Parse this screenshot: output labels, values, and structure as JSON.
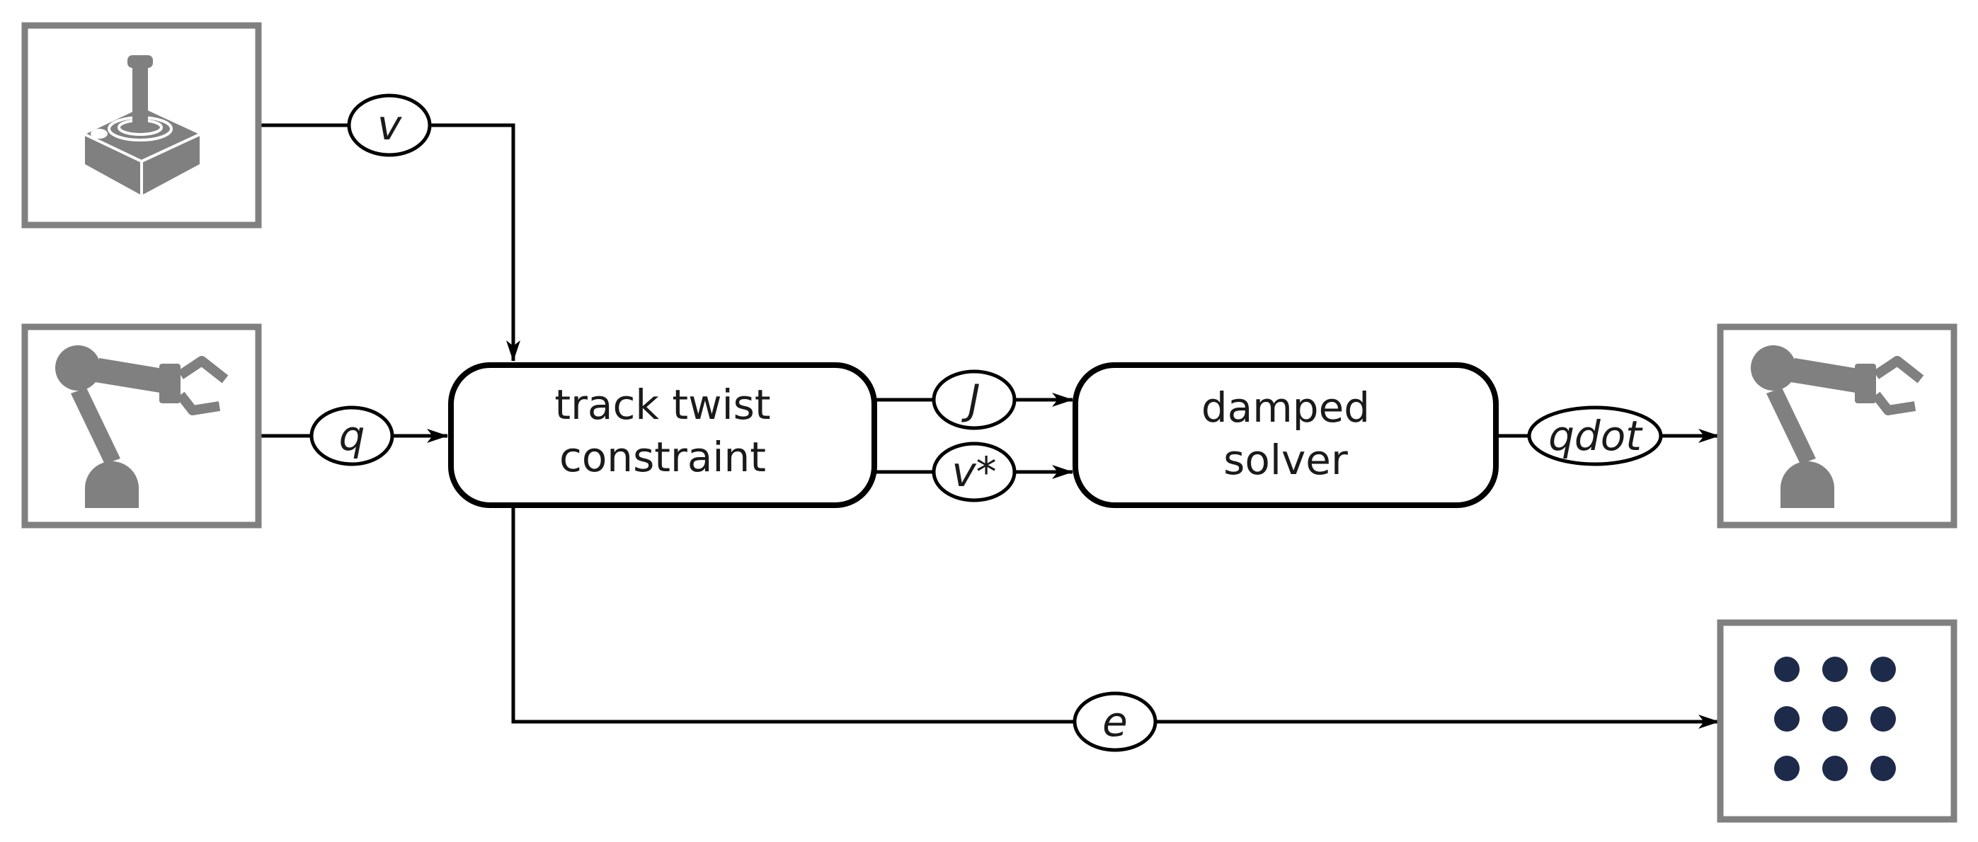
{
  "blocks": {
    "track": {
      "line1": "track twist",
      "line2": "constraint"
    },
    "solver": {
      "line1": "damped",
      "line2": "solver"
    }
  },
  "signals": {
    "v": "v",
    "q": "q",
    "J": "J",
    "vstar": "v*",
    "qdot": "qdot",
    "e": "e"
  },
  "icons": {
    "joystick": "joystick-icon",
    "robot_in": "robot-arm-icon",
    "robot_out": "robot-arm-icon",
    "grid": "dot-grid-icon"
  },
  "colors": {
    "frame": "#808080",
    "line": "#000000",
    "dots": "#1e2a4a"
  }
}
